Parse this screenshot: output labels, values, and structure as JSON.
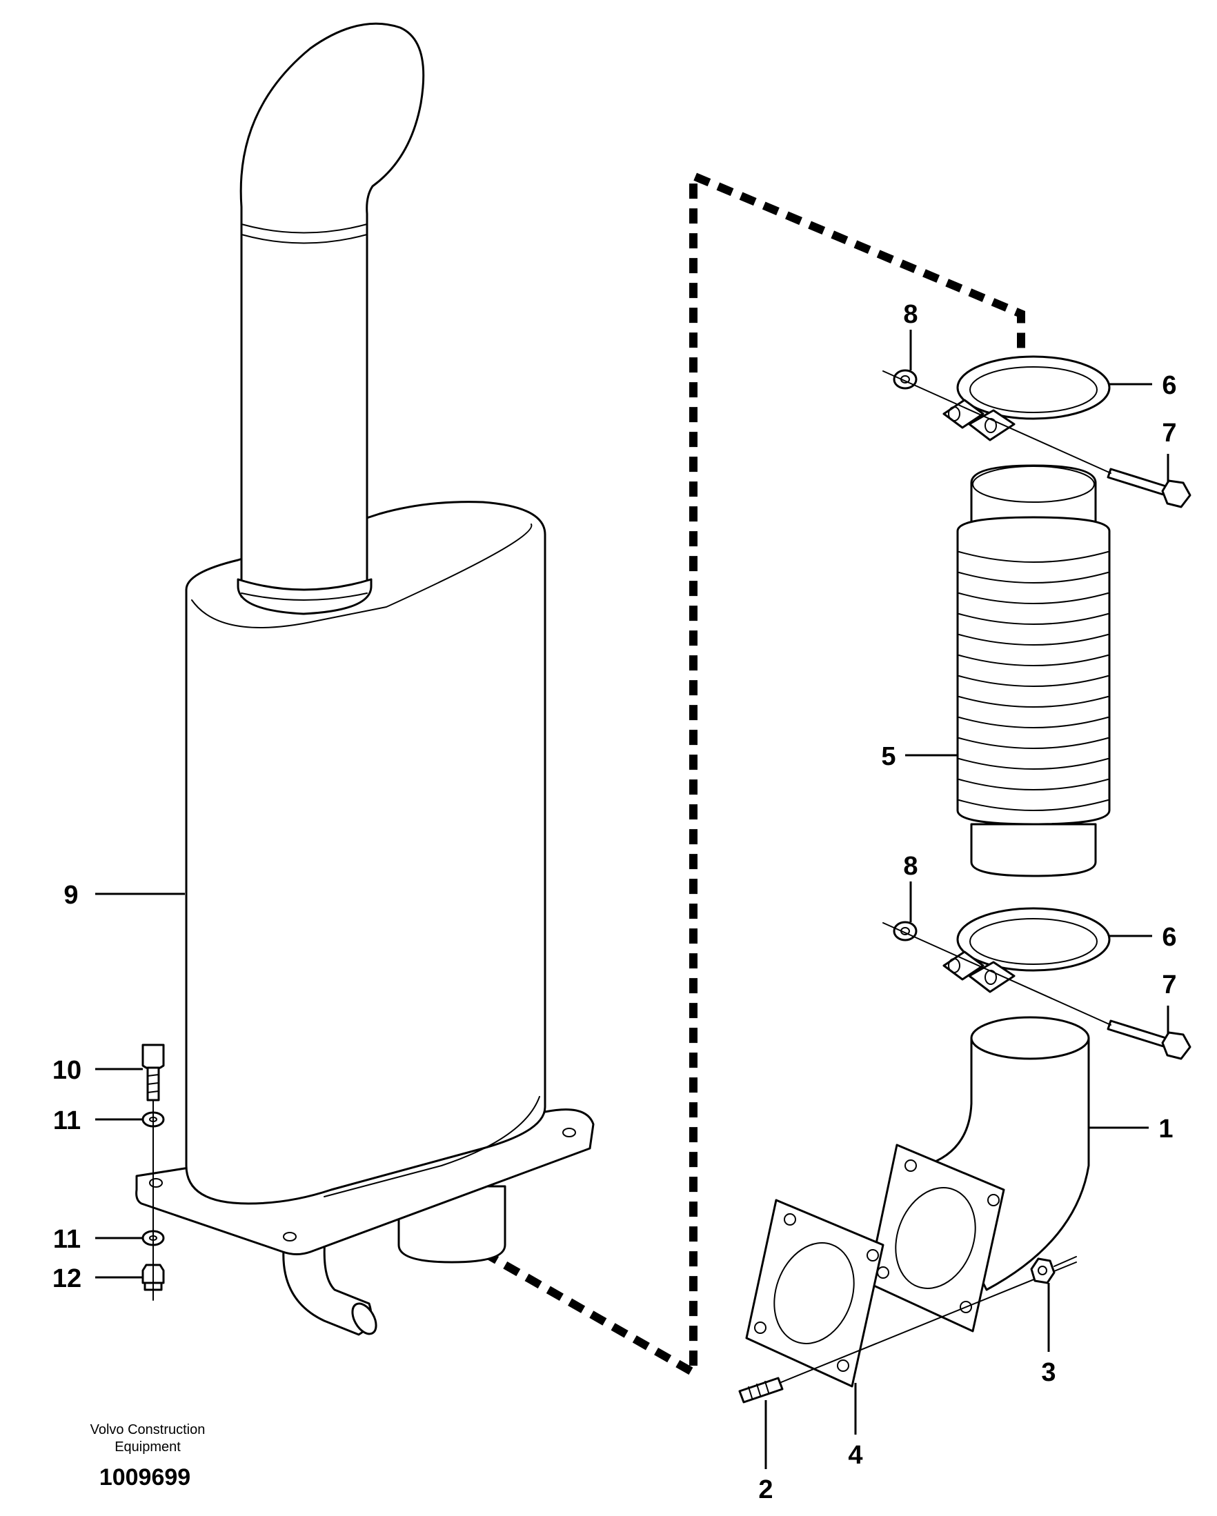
{
  "callouts": {
    "c1": "1",
    "c2": "2",
    "c3": "3",
    "c4": "4",
    "c5": "5",
    "c6_top": "6",
    "c6_bottom": "6",
    "c7_top": "7",
    "c7_bottom": "7",
    "c8_top": "8",
    "c8_bottom": "8",
    "c9": "9",
    "c10": "10",
    "c11_top": "11",
    "c11_bottom": "11",
    "c12": "12"
  },
  "footer": {
    "company_line1": "Volvo Construction",
    "company_line2": "Equipment",
    "drawing_number": "1009699"
  }
}
